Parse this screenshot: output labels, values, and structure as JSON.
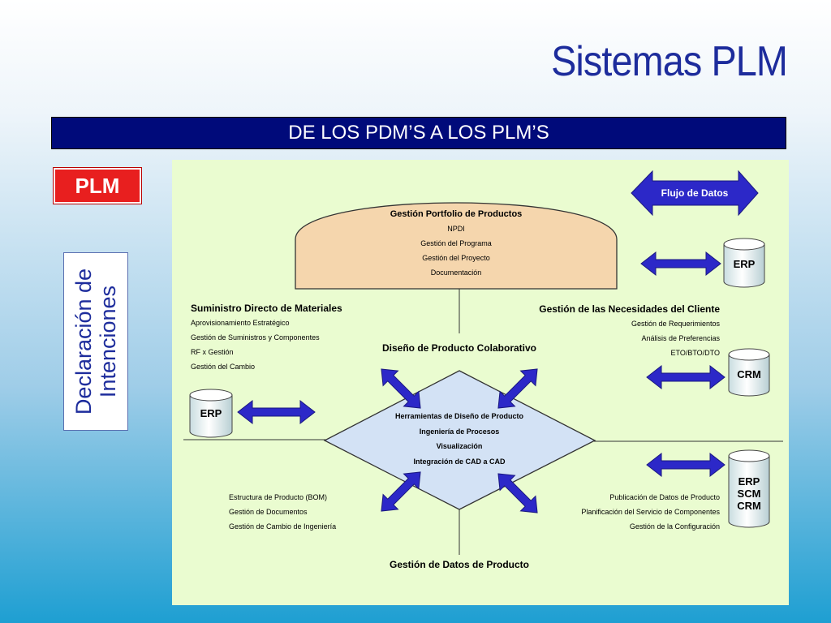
{
  "slide": {
    "title": "Sistemas PLM",
    "banner": "DE LOS PDM’S  A  LOS PLM’S",
    "badge": "PLM",
    "side_label_line1": "Declaración de",
    "side_label_line2": "Intenciones"
  },
  "legend": {
    "flow_label": "Flujo de Datos"
  },
  "portfolio": {
    "heading": "Gestión Portfolio de Productos",
    "items": [
      "NPDI",
      "Gestión del Programa",
      "Gestión del Proyecto",
      "Documentación"
    ]
  },
  "supply": {
    "heading": "Suministro Directo de Materiales",
    "items": [
      "Aprovisionamiento Estratégico",
      "Gestión de Suministros y Componentes",
      "RF x Gestión",
      "Gestión del Cambio"
    ]
  },
  "customer": {
    "heading": "Gestión de las Necesidades del Cliente",
    "items": [
      "Gestión de Requerimientos",
      "Análisis de Preferencias",
      "ETO/BTO/DTO"
    ]
  },
  "collab": {
    "heading": "Diseño de Producto Colaborativo"
  },
  "tools": {
    "items": [
      "Herramientas de Diseño de Producto",
      "Ingeniería de Procesos",
      "Visualización",
      "Integración de CAD a CAD"
    ]
  },
  "bottom_left": {
    "items": [
      "Estructura de Producto (BOM)",
      "Gestión de Documentos",
      "Gestión de Cambio de Ingeniería"
    ]
  },
  "bottom_right": {
    "items": [
      "Publicación de Datos de Producto",
      "Planificación del Servicio de Componentes",
      "Gestión de la Configuración"
    ]
  },
  "pdm": {
    "heading": "Gestión de Datos de Producto"
  },
  "databases": {
    "erp_top": "ERP",
    "crm": "CRM",
    "erp_left": "ERP",
    "multi": [
      "ERP",
      "SCM",
      "CRM"
    ]
  },
  "colors": {
    "title": "#1d2c9c",
    "banner": "#000a7a",
    "badge": "#e81f1f",
    "panel": "#eafcd0",
    "portfolio": "#f5d6ad",
    "diamond": "#d3e2f5",
    "arrow": "#2c28c8"
  }
}
